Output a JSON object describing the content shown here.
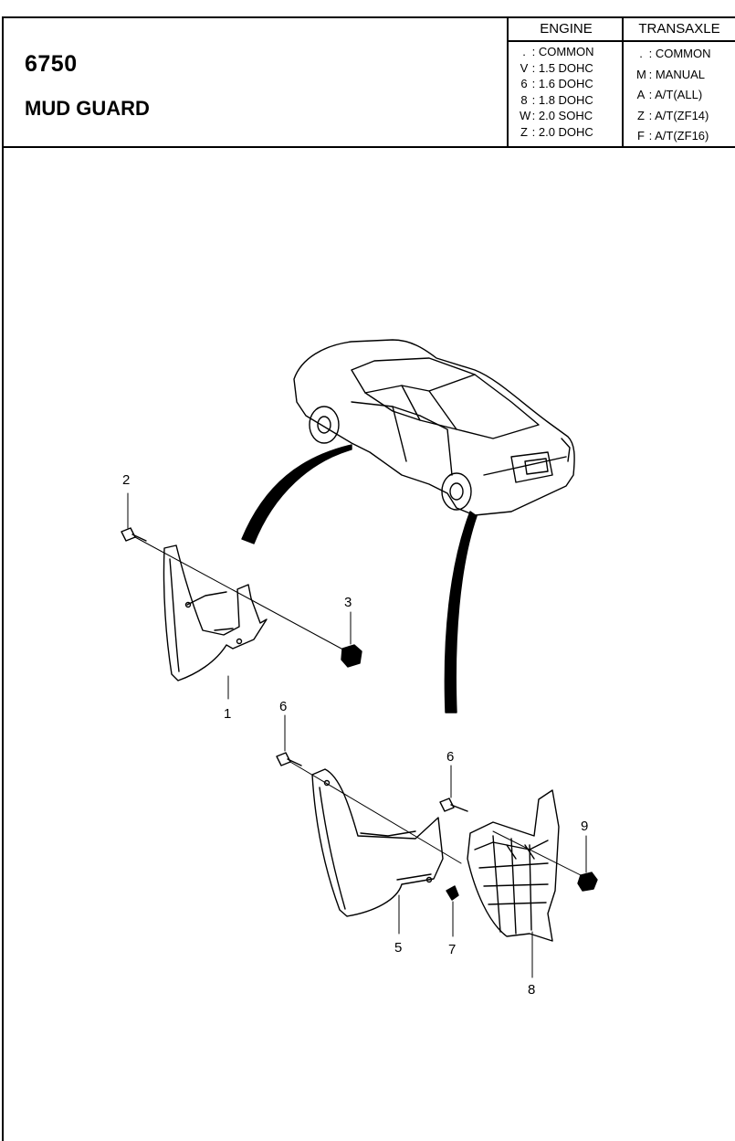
{
  "header": {
    "code": "6750",
    "title": "MUD GUARD"
  },
  "engine": {
    "heading": "ENGINE",
    "items": [
      {
        "key": ".",
        "value": ": COMMON"
      },
      {
        "key": "V",
        "value": ": 1.5 DOHC"
      },
      {
        "key": "6",
        "value": ": 1.6 DOHC"
      },
      {
        "key": "8",
        "value": ": 1.8 DOHC"
      },
      {
        "key": "W",
        "value": ": 2.0 SOHC"
      },
      {
        "key": "Z",
        "value": ": 2.0 DOHC"
      }
    ]
  },
  "transaxle": {
    "heading": "TRANSAXLE",
    "items": [
      {
        "key": ".",
        "value": ": COMMON"
      },
      {
        "key": "M",
        "value": ": MANUAL"
      },
      {
        "key": "A",
        "value": ": A/T(ALL)"
      },
      {
        "key": "Z",
        "value": ": A/T(ZF14)"
      },
      {
        "key": "F",
        "value": ": A/T(ZF16)"
      }
    ]
  },
  "callouts": [
    "1",
    "2",
    "3",
    "5",
    "6",
    "6",
    "7",
    "8",
    "9"
  ]
}
